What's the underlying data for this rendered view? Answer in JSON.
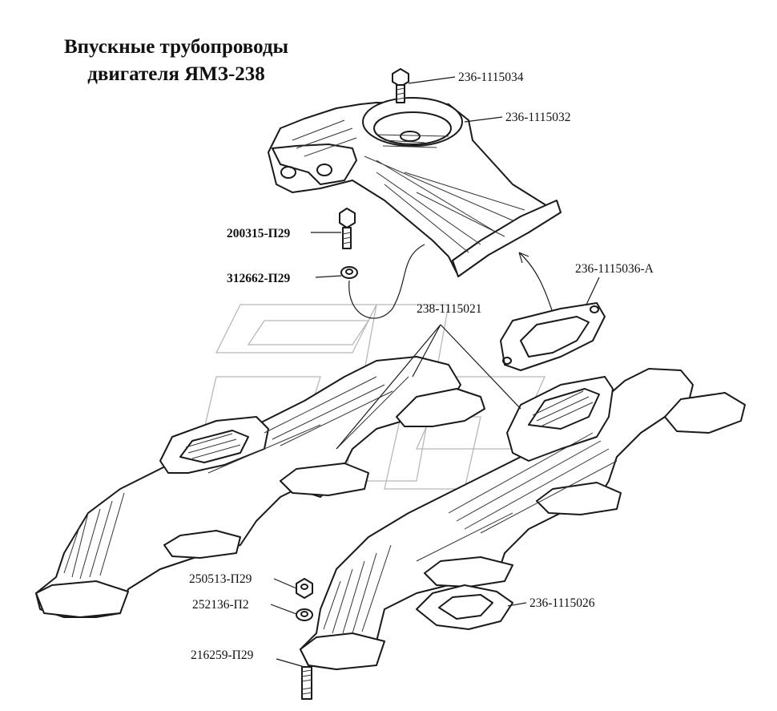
{
  "title": {
    "line1": "Впускные трубопроводы",
    "line2": "двигателя ЯМЗ-238"
  },
  "callouts": {
    "bolt_top": "236-1115034",
    "elbow": "236-1115032",
    "bolt": "200315-П29",
    "washer": "312662-П29",
    "gasket_large": "236-1115036-А",
    "manifold": "238-1115021",
    "nut": "250513-П29",
    "spring_washer": "252136-П2",
    "stud": "216259-П29",
    "gasket_small": "236-1115026"
  }
}
